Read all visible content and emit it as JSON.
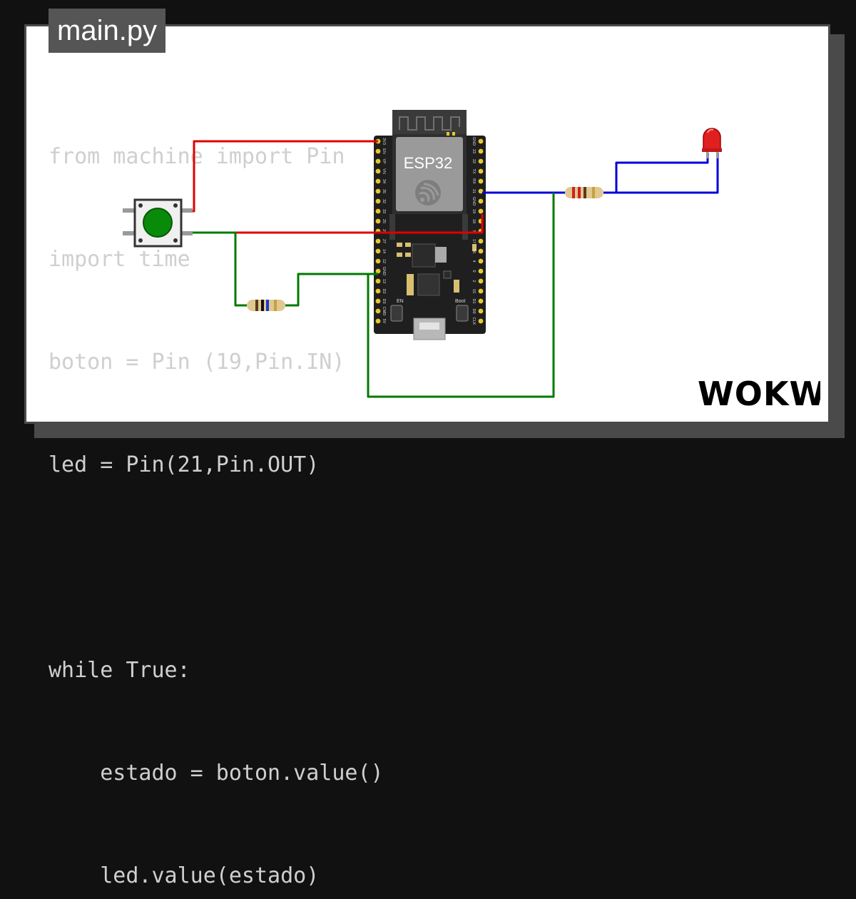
{
  "editor": {
    "filename": "main.py",
    "code_lines": [
      "from machine import Pin",
      "import time",
      "boton = Pin (19,Pin.IN)",
      "led = Pin(21,Pin.OUT)",
      "",
      "while True:",
      "    estado = boton.value()",
      "    led.value(estado)"
    ]
  },
  "board": {
    "name": "ESP32",
    "left_pins": [
      "3V3",
      "EN",
      "VP",
      "VN",
      "34",
      "35",
      "32",
      "33",
      "25",
      "26",
      "27",
      "14",
      "12",
      "GND",
      "13",
      "D2",
      "D3",
      "CMD",
      "5V"
    ],
    "right_pins": [
      "GND",
      "23",
      "22",
      "TX",
      "RX",
      "21",
      "GND",
      "19",
      "18",
      "5",
      "17",
      "16",
      "4",
      "0",
      "2",
      "15",
      "D1",
      "D0",
      "CLK"
    ],
    "button_en": "EN",
    "button_boot": "Boot"
  },
  "components": {
    "pushbutton": "pushbutton",
    "resistor_button": "resistor",
    "resistor_led": "resistor",
    "led": "red LED"
  },
  "colors": {
    "wire_red": "#e00000",
    "wire_blue": "#0000d8",
    "wire_green": "#007a00",
    "board": "#1f1f1f",
    "pin": "#e8c830",
    "button_cap": "#0a8a0a",
    "led": "#e02020"
  },
  "brand": {
    "logo_text": "WOKWi"
  }
}
